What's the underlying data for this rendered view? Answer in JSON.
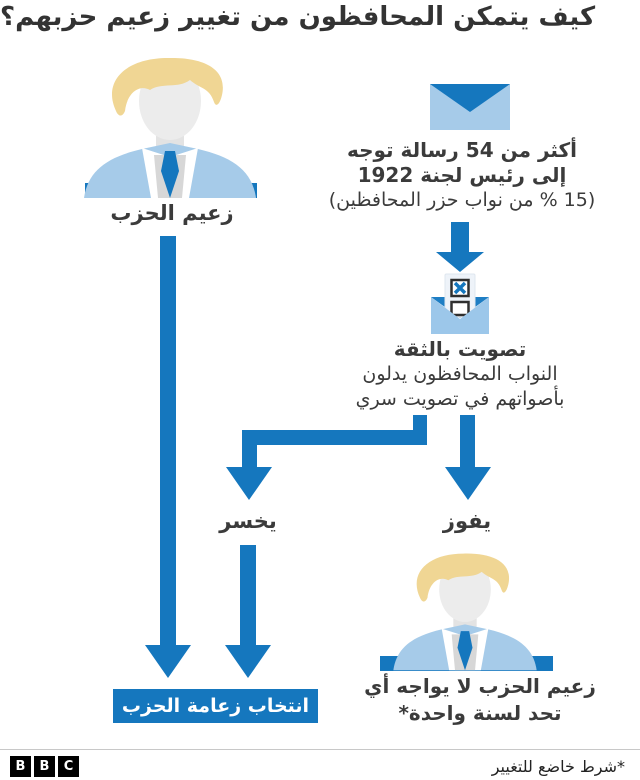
{
  "title": "كيف يتمكن المحافظون من تغيير زعيم حزبهم؟",
  "colors": {
    "primary_blue": "#1577be",
    "light_blue": "#a6cbe9",
    "pale_blue": "#9cc7ea",
    "hair_blond": "#f0d694",
    "face_gray": "#ececec",
    "text_dark": "#333333"
  },
  "leader": {
    "label": "زعيم الحزب"
  },
  "letters": {
    "line1": "أكثر من 54 رسالة توجه",
    "line2": "إلى رئيس لجنة 1922",
    "line3": "(15 % من نواب حزر المحافظين)"
  },
  "vote": {
    "title": "تصويت بالثقة",
    "desc1": "النواب المحافظون يدلون",
    "desc2": "بأصواتهم في تصويت سري"
  },
  "outcomes": {
    "lose": "يخسر",
    "win": "يفوز"
  },
  "election_box": {
    "label": "انتخاب زعامة الحزب"
  },
  "win_result": {
    "line1": "زعيم الحزب لا يواجه أي",
    "line2": "تحد لسنة واحدة*"
  },
  "footer": {
    "logo_letters": [
      "B",
      "B",
      "C"
    ],
    "footnote": "*شرط خاضع للتغيير"
  }
}
